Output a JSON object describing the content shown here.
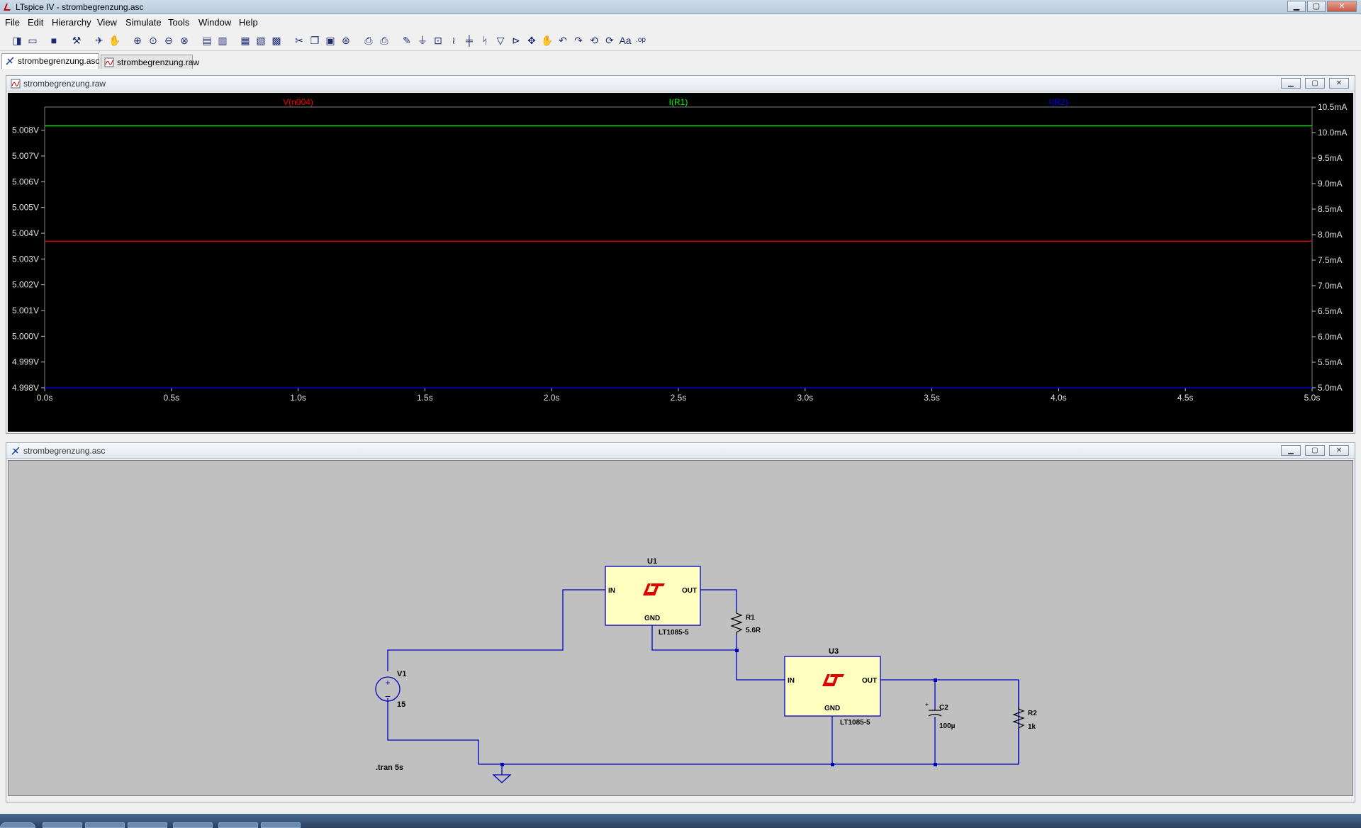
{
  "window": {
    "title": "LTspice IV - strombegrenzung.asc",
    "minimize": "▁",
    "maximize": "▢",
    "close": "✕"
  },
  "menu": [
    "File",
    "Edit",
    "Hierarchy",
    "View",
    "Simulate",
    "Tools",
    "Window",
    "Help"
  ],
  "tabs": [
    {
      "label": "strombegrenzung.asc",
      "icon": "schematic-icon",
      "active": true
    },
    {
      "label": "strombegrenzung.raw",
      "icon": "waveform-icon",
      "active": false
    }
  ],
  "waveform_window": {
    "title": "strombegrenzung.raw",
    "traces": [
      {
        "name": "V(n004)",
        "color": "#ff0000"
      },
      {
        "name": "I(R1)",
        "color": "#00ff00"
      },
      {
        "name": "I(R2)",
        "color": "#0000ff"
      }
    ]
  },
  "schematic_window": {
    "title": "strombegrenzung.asc",
    "components": {
      "u1_ref": "U1",
      "u1_part": "LT1085-5",
      "u3_ref": "U3",
      "u3_part": "LT1085-5",
      "pin_in": "IN",
      "pin_out": "OUT",
      "pin_gnd": "GND",
      "r1_ref": "R1",
      "r1_val": "5.6R",
      "r2_ref": "R2",
      "r2_val": "1k",
      "c2_ref": "C2",
      "c2_val": "100µ",
      "v1_ref": "V1",
      "v1_val": "15",
      "directive": ".tran 5s"
    },
    "wire_color": "#0000c0",
    "part_fill": "#ffffc0",
    "background": "#c0c0c0"
  },
  "chart_data": {
    "type": "line",
    "x": [
      0,
      5
    ],
    "x_ticks": [
      "0.0s",
      "0.5s",
      "1.0s",
      "1.5s",
      "2.0s",
      "2.5s",
      "3.0s",
      "3.5s",
      "4.0s",
      "4.5s",
      "5.0s"
    ],
    "xlim": [
      0,
      5
    ],
    "y_left_ticks": [
      "5.008V",
      "5.007V",
      "5.006V",
      "5.005V",
      "5.004V",
      "5.003V",
      "5.002V",
      "5.001V",
      "5.000V",
      "4.999V",
      "4.998V"
    ],
    "y_left_lim": [
      4.998,
      5.0089
    ],
    "y_right_ticks": [
      "10.5mA",
      "10.0mA",
      "9.5mA",
      "9.0mA",
      "8.5mA",
      "8.0mA",
      "7.5mA",
      "7.0mA",
      "6.5mA",
      "6.0mA",
      "5.5mA",
      "5.0mA"
    ],
    "y_right_lim": [
      5.0,
      10.5
    ],
    "series": [
      {
        "name": "V(n004)",
        "axis": "left",
        "values": [
          5.00369,
          5.00369
        ]
      },
      {
        "name": "I(R1)",
        "axis": "right",
        "values": [
          10.13,
          10.13
        ]
      },
      {
        "name": "I(R2)",
        "axis": "right",
        "values": [
          5.0,
          5.0
        ]
      }
    ],
    "background": "#000000",
    "grid": false
  }
}
